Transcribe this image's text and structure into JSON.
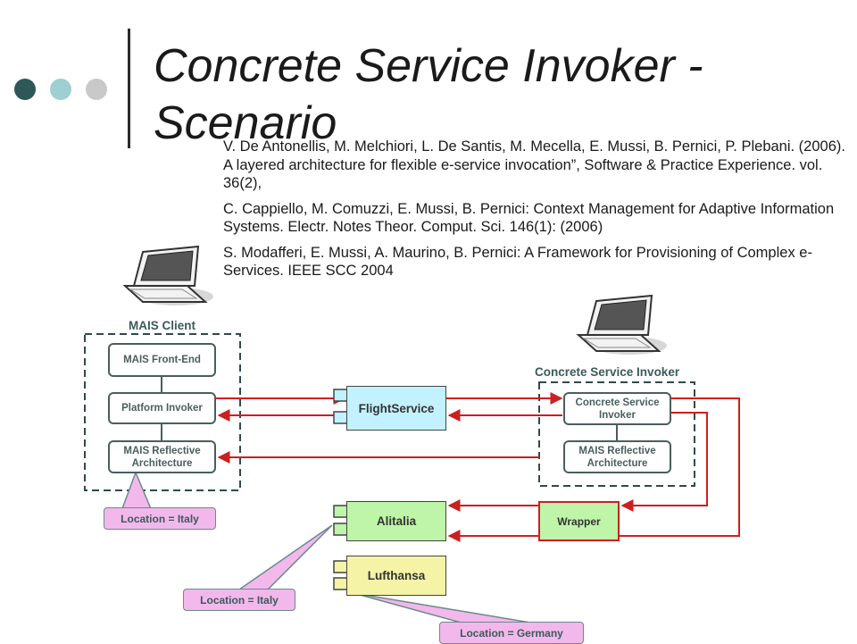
{
  "slide": {
    "title": "Concrete Service Invoker - Scenario",
    "references": [
      "V. De Antonellis, M. Melchiori, L. De Santis, M. Mecella, E. Mussi, B. Pernici, P. Plebani. (2006). A layered architecture for flexible e-service invocation”, Software & Practice Experience. vol. 36(2),",
      "C. Cappiello, M. Comuzzi, E. Mussi, B. Pernici: Context Management for Adaptive Information Systems. Electr. Notes Theor. Comput. Sci. 146(1): (2006)",
      "S. Modafferi, E. Mussi, A. Maurino, B. Pernici: A Framework for Provisioning of Complex e-Services. IEEE SCC 2004"
    ]
  },
  "colors": {
    "dot1": "#2e5858",
    "dot2": "#9ecfd2",
    "dot3": "#c9c9c9",
    "arrow": "#cc1f1f",
    "flight": "#c2f2ff",
    "airline": "#bff5a8",
    "lufthansa": "#f5f3a6",
    "location": "#f2b8ec"
  },
  "diagram": {
    "mais_client": {
      "label": "MAIS Client",
      "front_end": "MAIS Front-End",
      "platform_invoker": "Platform Invoker",
      "reflective": "MAIS Reflective Architecture"
    },
    "csi": {
      "label": "Concrete Service Invoker",
      "invoker": "Concrete Service Invoker",
      "reflective": "MAIS Reflective Architecture"
    },
    "services": {
      "flight": "FlightService",
      "alitalia": "Alitalia",
      "lufthansa": "Lufthansa",
      "wrapper": "Wrapper"
    },
    "locations": {
      "client": "Location = Italy",
      "alitalia": "Location = Italy",
      "lufthansa": "Location = Germany"
    }
  }
}
